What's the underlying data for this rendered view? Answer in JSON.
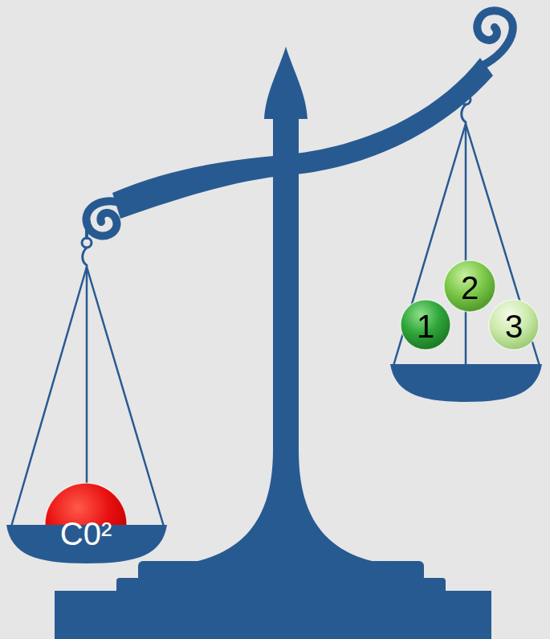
{
  "diagram": {
    "nodes": [
      {
        "text": [
          "C0²"
        ]
      },
      {
        "text": [
          "1"
        ]
      },
      {
        "text": [
          "2"
        ]
      },
      {
        "text": [
          "3"
        ]
      }
    ]
  }
}
